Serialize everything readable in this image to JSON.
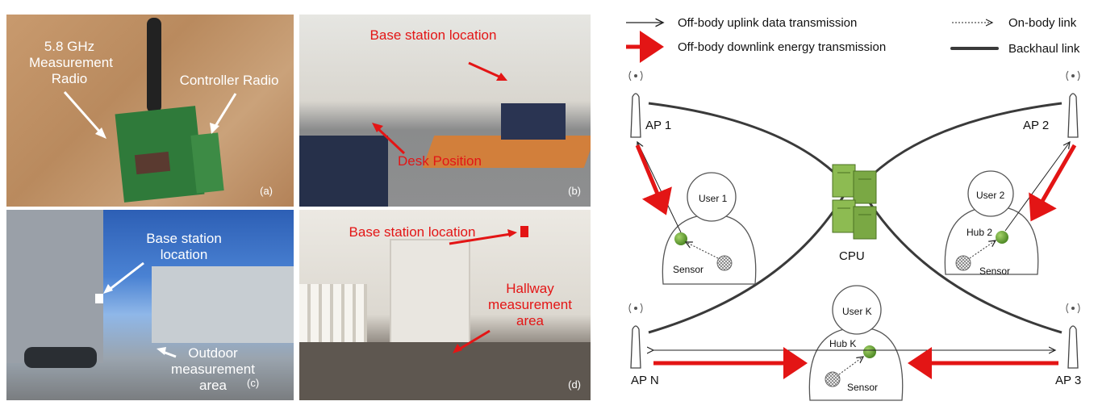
{
  "photos": {
    "a": {
      "measurement_radio": "5.8 GHz Measurement Radio",
      "controller_radio": "Controller Radio",
      "tag": "(a)"
    },
    "b": {
      "base_station": "Base station location",
      "desk_position": "Desk Position",
      "tag": "(b)"
    },
    "c": {
      "base_station": "Base station location",
      "outdoor_area": "Outdoor measurement area",
      "tag": "(c)"
    },
    "d": {
      "base_station": "Base station location",
      "hallway_area": "Hallway measurement area",
      "tag": "(d)"
    }
  },
  "legend": {
    "uplink": "Off-body uplink data transmission",
    "downlink": "Off-body downlink energy transmission",
    "onbody": "On-body link",
    "backhaul": "Backhaul link"
  },
  "diagram": {
    "ap1": "AP 1",
    "ap2": "AP 2",
    "ap3": "AP 3",
    "apN": "AP N",
    "cpu": "CPU",
    "user1": "User 1",
    "user2": "User 2",
    "userK": "User K",
    "hub2": "Hub 2",
    "hubK": "Hub K",
    "sensor": "Sensor",
    "colors": {
      "downlink": "#e31515",
      "backhaul": "#3a3a3a",
      "hub": "#6aa437",
      "server": "#7fae45"
    }
  }
}
